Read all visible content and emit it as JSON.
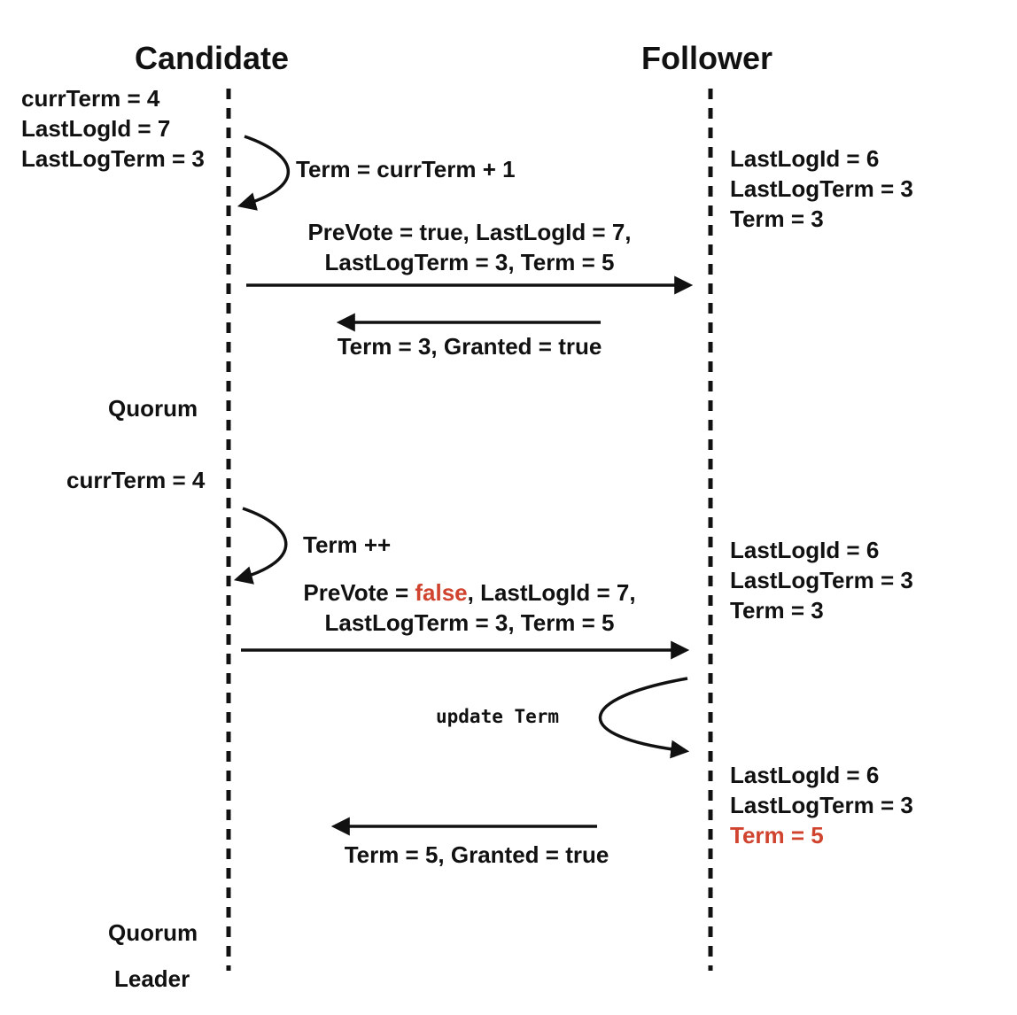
{
  "colors": {
    "ink": "#111111",
    "highlight": "#d0432e"
  },
  "lanes": {
    "candidate": "Candidate",
    "follower": "Follower"
  },
  "phase1": {
    "candidate_state": [
      "currTerm = 4",
      "LastLogId = 7",
      "LastLogTerm = 3"
    ],
    "self_step": "Term = currTerm + 1",
    "request_line1": "PreVote = true, LastLogId = 7,",
    "request_line2": "LastLogTerm = 3, Term = 5",
    "follower_state": [
      "LastLogId = 6",
      "LastLogTerm = 3",
      "Term = 3"
    ],
    "response": "Term = 3, Granted = true",
    "quorum": "Quorum"
  },
  "phase2": {
    "candidate_state": "currTerm = 4",
    "self_step": "Term ++",
    "request_prefix": "PreVote = ",
    "request_false": "false",
    "request_suffix": ", LastLogId = 7,",
    "request_line2": "LastLogTerm = 3, Term = 5",
    "follower_state": [
      "LastLogId = 6",
      "LastLogTerm = 3",
      "Term = 3"
    ],
    "follower_step": "update Term",
    "follower_updated": [
      "LastLogId = 6",
      "LastLogTerm = 3"
    ],
    "follower_updated_term": "Term = 5",
    "response": "Term = 5, Granted = true",
    "quorum": "Quorum",
    "leader": "Leader"
  }
}
